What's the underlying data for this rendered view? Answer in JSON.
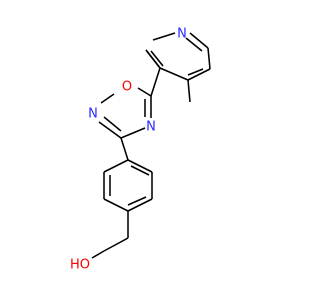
{
  "molecule": {
    "atoms": {
      "n_pyridine": {
        "label": "N",
        "color": "#2b2bff"
      },
      "o_oxadiazole": {
        "label": "O",
        "color": "#ff0000"
      },
      "n_oxadiazole_left": {
        "label": "N",
        "color": "#2b2bff"
      },
      "n_oxadiazole_right": {
        "label": "N",
        "color": "#2b2bff"
      },
      "hydroxyl": {
        "label": "HO",
        "color": "#ff0000"
      }
    },
    "bond_color": "#000000"
  }
}
